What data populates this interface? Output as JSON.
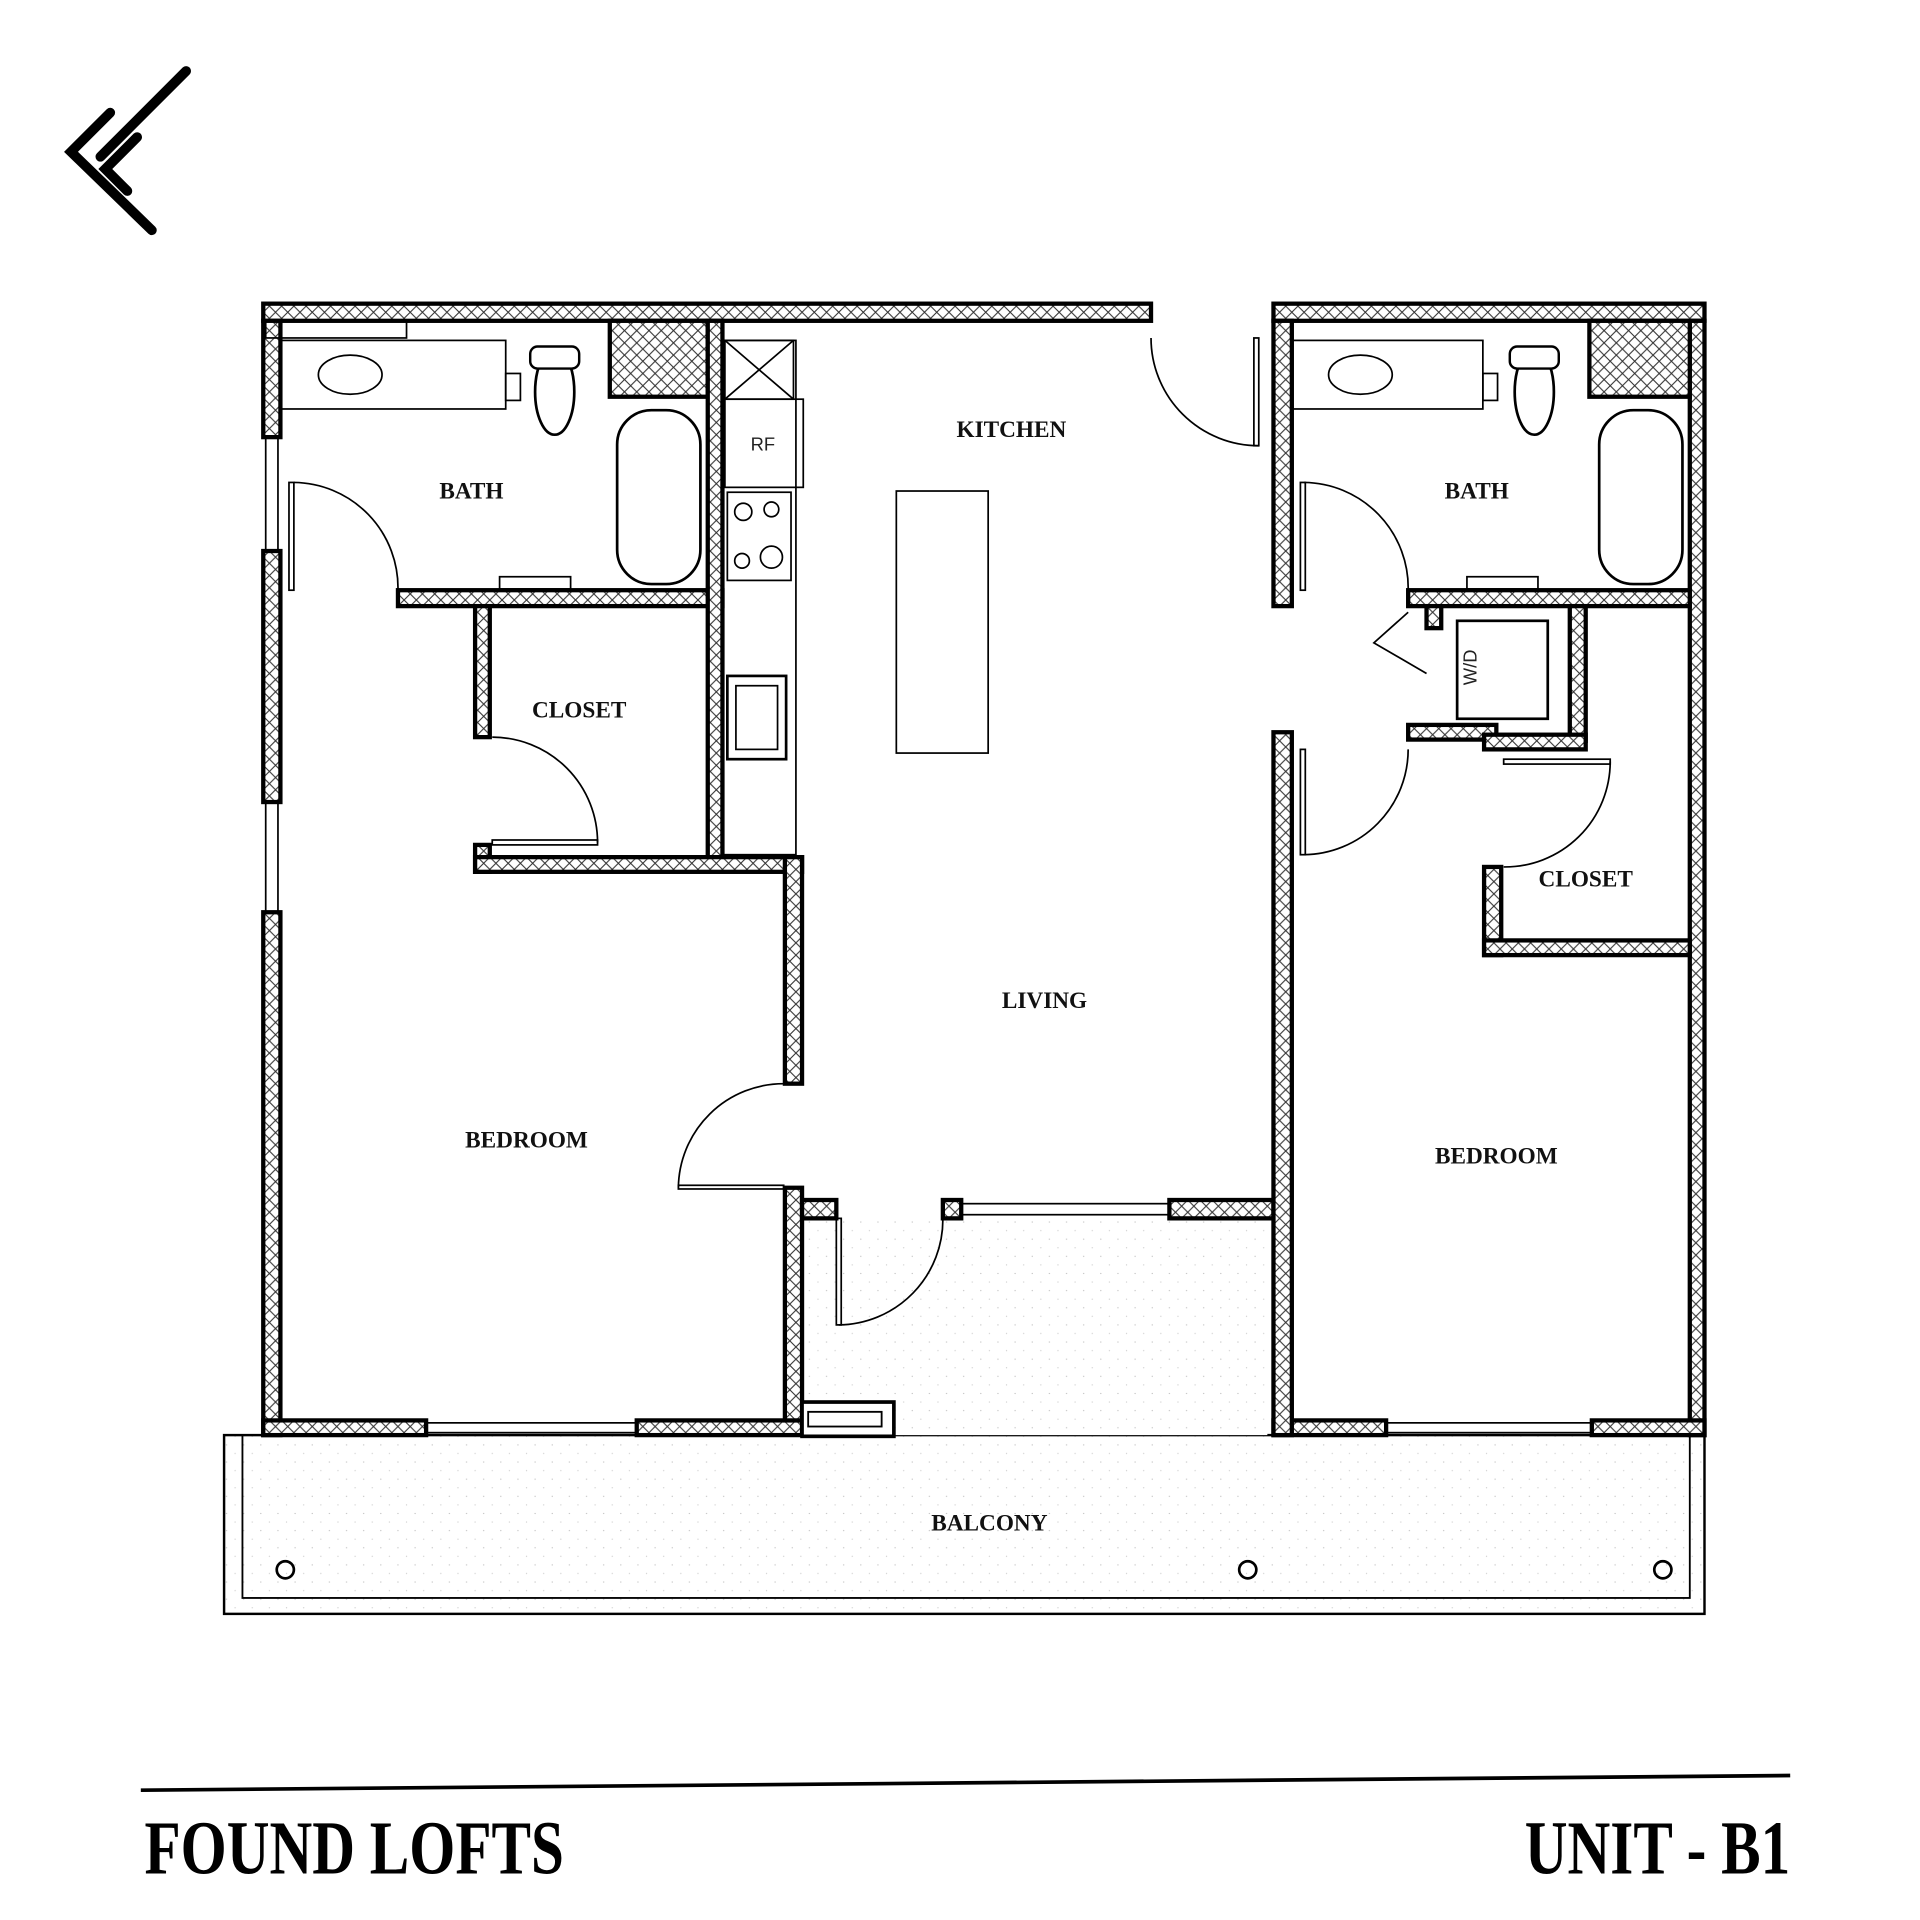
{
  "brand": {
    "name": "FOUND LOFTS",
    "unit": "UNIT - B1",
    "logo_icon": "found-lofts-ff-logo"
  },
  "rooms": {
    "kitchen": "KITCHEN",
    "living": "LIVING",
    "bath_left": "BATH",
    "closet_left": "CLOSET",
    "bedroom_left": "BEDROOM",
    "bath_right": "BATH",
    "closet_right": "CLOSET",
    "bedroom_right": "BEDROOM",
    "balcony": "BALCONY"
  },
  "fixtures": {
    "refrigerator": "RF",
    "washer_dryer": "W/D"
  },
  "colors": {
    "ink": "#000000",
    "background": "#ffffff"
  }
}
